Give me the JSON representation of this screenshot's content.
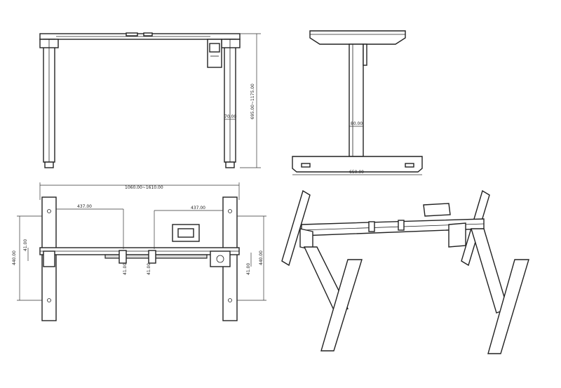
{
  "front_view": {
    "height_range": "695.00~1175.00",
    "column_dim": "70.00"
  },
  "side_view": {
    "column_dim": "80.00",
    "foot_length": "650.00"
  },
  "top_view": {
    "width_range": "1060.00~1610.00",
    "left_offset": "437.00",
    "right_offset": "437.00",
    "left_depth": "440.00",
    "right_depth": "440.00",
    "left_small": "41.00",
    "right_small": "41.00",
    "hole_left": "41.00",
    "hole_right": "41.00"
  }
}
